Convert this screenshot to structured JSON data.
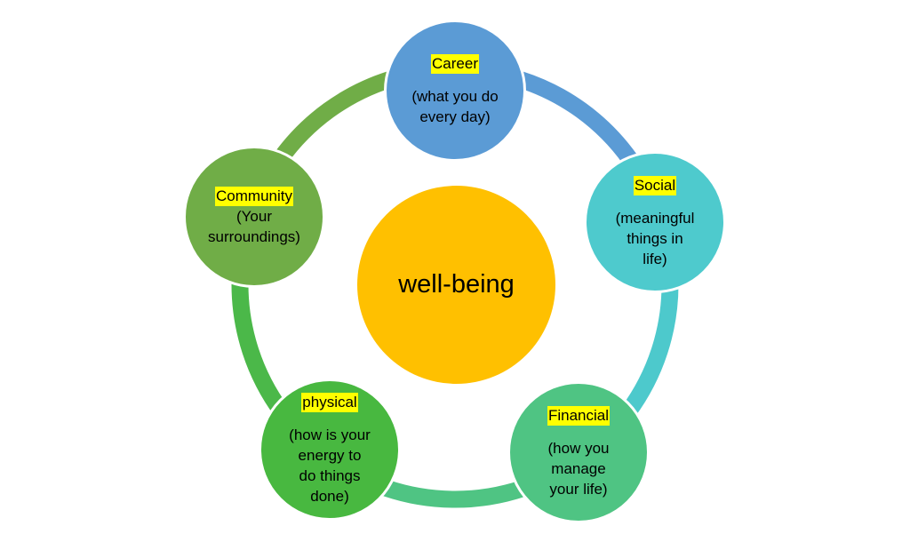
{
  "center": {
    "label": "well-being",
    "color": "#ffc000"
  },
  "ring_colors": [
    "#5b9bd5",
    "#4dc9cc",
    "#4fc483",
    "#4bb849",
    "#70ad47"
  ],
  "nodes": [
    {
      "id": "career",
      "title": "Career",
      "lines": [
        "(what you do",
        "every day)"
      ],
      "color": "#5b9bd5"
    },
    {
      "id": "social",
      "title": "Social",
      "lines": [
        "(meaningful",
        "things in",
        "life)"
      ],
      "color": "#4ecacd"
    },
    {
      "id": "financial",
      "title": "Financial",
      "lines": [
        "(how you",
        "manage",
        "your life)"
      ],
      "color": "#4fc483"
    },
    {
      "id": "physical",
      "title": "physical",
      "lines": [
        "(how is your",
        "energy to",
        "do things",
        "done)"
      ],
      "color": "#48b840"
    },
    {
      "id": "community",
      "title": "Community",
      "lines": [
        "(Your",
        "surroundings)"
      ],
      "color": "#70ad47"
    }
  ]
}
